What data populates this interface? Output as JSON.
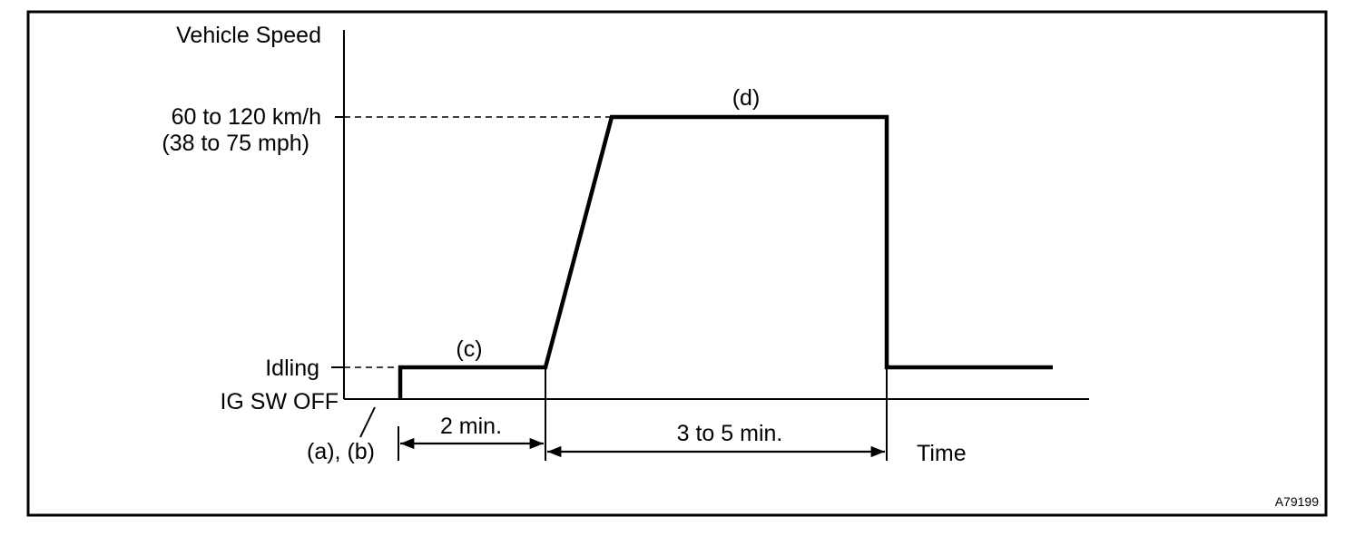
{
  "labels": {
    "y_axis": "Vehicle Speed",
    "speed_range_kmh": "60 to 120 km/h",
    "speed_range_mph": "(38 to 75 mph)",
    "idling": "Idling",
    "ig_sw_off": "IG SW OFF",
    "steps_ab": "(a), (b)",
    "step_c": "(c)",
    "step_d": "(d)",
    "duration_idle": "2 min.",
    "duration_drive": "3 to 5 min.",
    "x_axis": "Time",
    "figure_code": "A79199"
  }
}
